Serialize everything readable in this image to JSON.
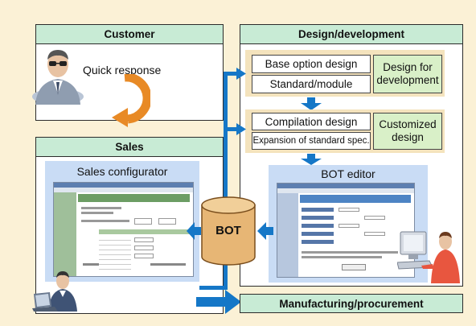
{
  "customer": {
    "title": "Customer",
    "caption": "Quick response"
  },
  "sales": {
    "title": "Sales",
    "configurator_label": "Sales configurator"
  },
  "design": {
    "title": "Design/development",
    "base_option": "Base option design",
    "standard_module": "Standard/module",
    "design_for_dev": "Design for development",
    "compilation": "Compilation design",
    "expansion": "Expansion of standard spec.",
    "customized": "Customized design",
    "bot_editor_label": "BOT editor"
  },
  "bot": {
    "label": "BOT"
  },
  "manufacturing": {
    "title": "Manufacturing/procurement"
  },
  "colors": {
    "background": "#fbf1d6",
    "header_green": "#c8ebd5",
    "light_green": "#d9f0c8",
    "arrow_blue": "#1577c7",
    "cycle_orange": "#e88a26",
    "cylinder": "#e7b675",
    "screenshot_blue": "#c9dcf5"
  },
  "icons": [
    "customer-person-icon",
    "cycle-arrow-icon",
    "database-cylinder-icon",
    "sales-person-laptop-icon",
    "engineer-computer-icon"
  ]
}
